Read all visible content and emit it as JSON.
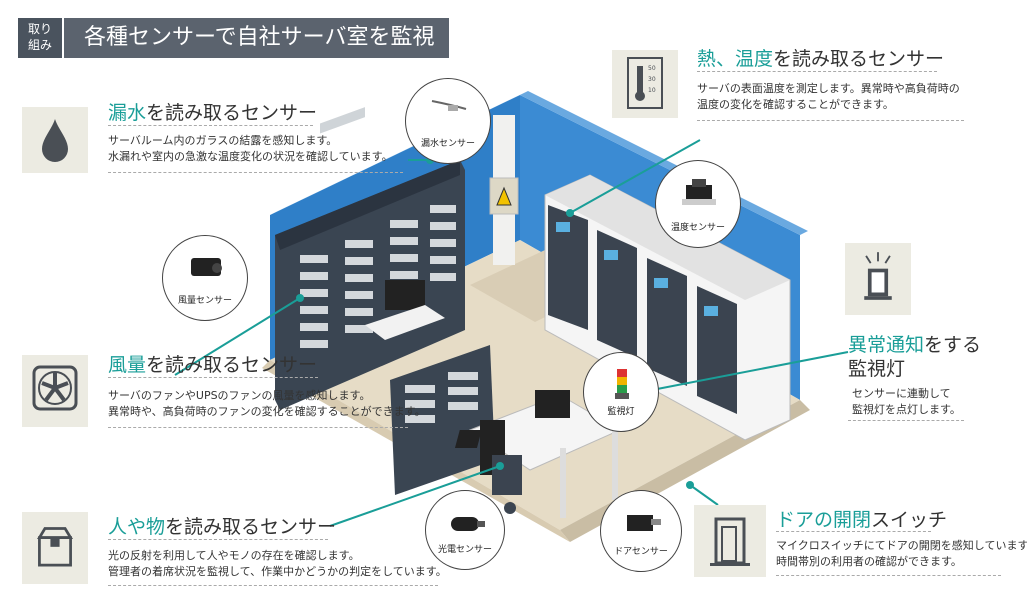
{
  "header": {
    "tag_line1": "取り",
    "tag_line2": "組み",
    "title": "各種センサーで自社サーバ室を監視"
  },
  "sensors": {
    "leak": {
      "title_hl": "漏水",
      "title_rest": "を読み取るセンサー",
      "desc1": "サーバルーム内のガラスの結露を感知します。",
      "desc2": "水漏れや室内の急激な温度変化の状況を確認しています。",
      "icon": "water-drop-icon"
    },
    "temp": {
      "title_hl": "熱、温度",
      "title_rest": "を読み取るセンサー",
      "desc1": "サーバの表面温度を測定します。異常時や高負荷時の",
      "desc2": "温度の変化を確認することができます。",
      "icon": "thermometer-icon"
    },
    "airflow": {
      "title_hl": "風量",
      "title_rest": "を読み取るセンサー",
      "desc1": "サーバのファンやUPSのファンの風量を感知します。",
      "desc2": "異常時や、高負荷時のファンの変化を確認することができます。",
      "icon": "fan-icon"
    },
    "alarm": {
      "title_hl": "異常通知",
      "title_rest": "をする",
      "title_line2": "監視灯",
      "desc1": "センサーに連動して",
      "desc2": "監視灯を点灯します。",
      "icon": "signal-light-icon"
    },
    "presence": {
      "title_hl": "人や物",
      "title_rest": "を読み取るセンサー",
      "desc1": "光の反射を利用して人やモノの存在を確認します。",
      "desc2": "管理者の着席状況を監視して、作業中かどうかの判定をしています。",
      "icon": "box-icon"
    },
    "door": {
      "title_hl": "ドアの開閉",
      "title_rest": "スイッチ",
      "desc1": "マイクロスイッチにてドアの開閉を感知しています。",
      "desc2": "時間帯別の利用者の確認ができます。",
      "icon": "door-icon"
    }
  },
  "bubbles": {
    "leak": "漏水センサー",
    "temp": "温度センサー",
    "airflow": "風量センサー",
    "light": "監視灯",
    "photo": "光電センサー",
    "door": "ドアセンサー"
  },
  "colors": {
    "accent": "#1a9e98",
    "wall": "#2f7fc8",
    "floor": "#e8ddc8",
    "header": "#5b636e"
  }
}
